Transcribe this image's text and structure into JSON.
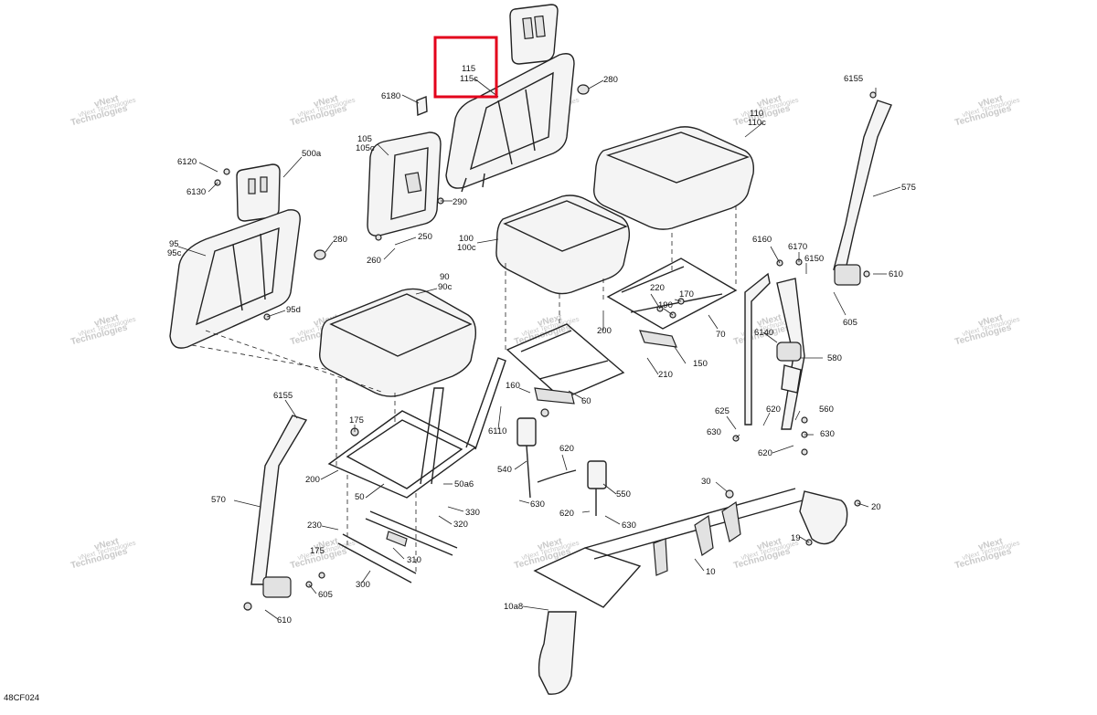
{
  "diagram_code": "48CF024",
  "watermark": {
    "line1": "vNext",
    "line2": "Technologies",
    "small": "vNext Technologies"
  },
  "highlight": {
    "line1": "115",
    "line2": "115c",
    "color": "#e3001b"
  },
  "callouts": {
    "c6180": "6180",
    "c105": "105",
    "c105c": "105c",
    "c280a": "280",
    "c280b": "280",
    "c110": "110",
    "c110c": "110c",
    "c6155a": "6155",
    "c6155b": "6155",
    "c575": "575",
    "c6120": "6120",
    "c6130": "6130",
    "c500a": "500a",
    "c290": "290",
    "c95": "95",
    "c95c": "95c",
    "c95d": "95d",
    "c250": "250",
    "c260": "260",
    "c100": "100",
    "c100c": "100c",
    "c6160": "6160",
    "c6170": "6170",
    "c6150": "6150",
    "c610a": "610",
    "c610b": "610",
    "c605a": "605",
    "c605b": "605",
    "c90": "90",
    "c90c": "90c",
    "c220": "220",
    "c170": "170",
    "c190": "190",
    "c200a": "200",
    "c200b": "200",
    "c70": "70",
    "c6140": "6140",
    "c580": "580",
    "c150": "150",
    "c210": "210",
    "c160": "160",
    "c60": "60",
    "c175a": "175",
    "c175b": "175",
    "c6110": "6110",
    "c625": "625",
    "c620a": "620",
    "c560": "560",
    "c630a": "630",
    "c630b": "630",
    "c630c": "630",
    "c620b": "620",
    "c620c": "620",
    "c620d": "620",
    "c540": "540",
    "c550": "550",
    "c50": "50",
    "c50a6": "50a6",
    "c330": "330",
    "c320": "320",
    "c570": "570",
    "c230": "230",
    "c310": "310",
    "c300": "300",
    "c30": "30",
    "c20": "20",
    "c19": "19",
    "c10": "10",
    "c10a8": "10a8"
  }
}
